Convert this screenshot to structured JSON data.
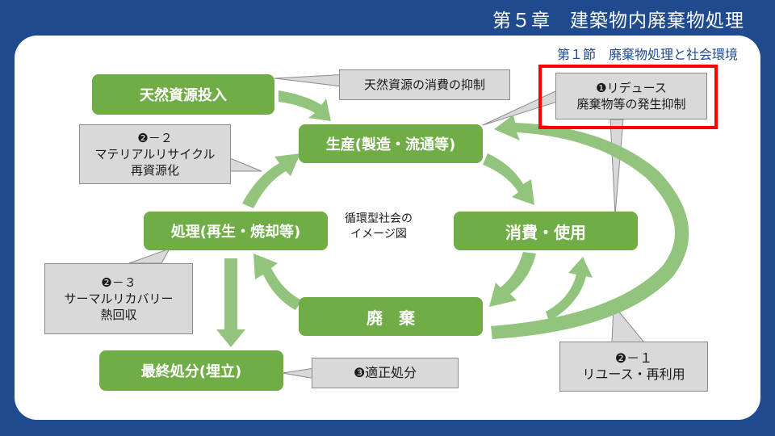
{
  "header": {
    "chapter_title": "第５章　建築物内廃棄物処理",
    "section_title": "第１節　廃棄物処理と社会環境"
  },
  "diagram": {
    "center_label": [
      "循環型社会の",
      "イメージ図"
    ],
    "nodes": {
      "natural_resources": "天然資源投入",
      "production": "生産(製造・流通等)",
      "consumption": "消費・使用",
      "disposal": "廃　棄",
      "treatment": "処理(再生・焼却等)",
      "final_disposal": "最終処分(埋立)"
    },
    "callouts": {
      "resource_control": [
        "天然資源の消費の抑制"
      ],
      "reduce": [
        "❶リデュース",
        "廃棄物等の発生抑制"
      ],
      "material_recycle": [
        "❷－２",
        "マテリアルリサイクル",
        "再資源化"
      ],
      "thermal_recovery": [
        "❷－３",
        "サーマルリカバリー",
        "熱回収"
      ],
      "reuse": [
        "❷－１",
        "リユース・再利用"
      ],
      "proper_disposal": [
        "❸適正処分"
      ]
    },
    "colors": {
      "node_fill": "#70ad47",
      "arrow_fill": "#92c47d",
      "callout_fill": "#d9d9d9",
      "highlight_border": "#ff0000",
      "header_bg": "#1f4a8e"
    }
  }
}
